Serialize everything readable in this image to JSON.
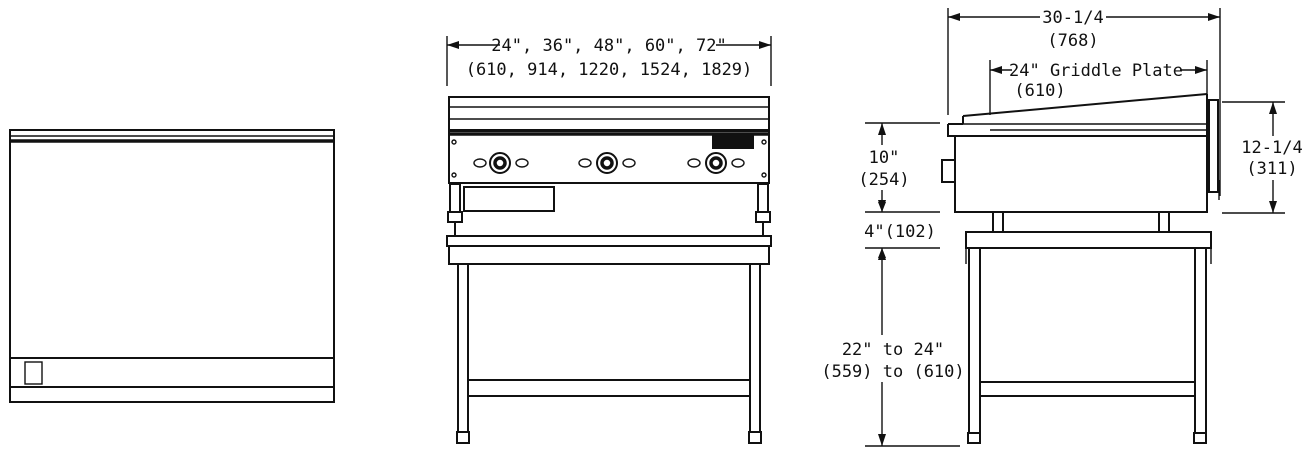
{
  "dimensions": {
    "width_in": "24\", 36\", 48\", 60\", 72\"",
    "width_mm": "(610, 914, 1220, 1524, 1829)",
    "depth_in": "30-1/4",
    "depth_mm": "(768)",
    "plate_in": "24\" Griddle Plate",
    "plate_mm": "(610)",
    "body_height_in": "10\"",
    "body_height_mm": "(254)",
    "leg_height": "4\"(102)",
    "stand_height_in": "22\" to 24\"",
    "stand_height_mm": "(559) to (610)",
    "overall_height_in": "12-1/4",
    "overall_height_mm": "(311)"
  },
  "colors": {
    "line": "#111111",
    "background": "#ffffff"
  }
}
